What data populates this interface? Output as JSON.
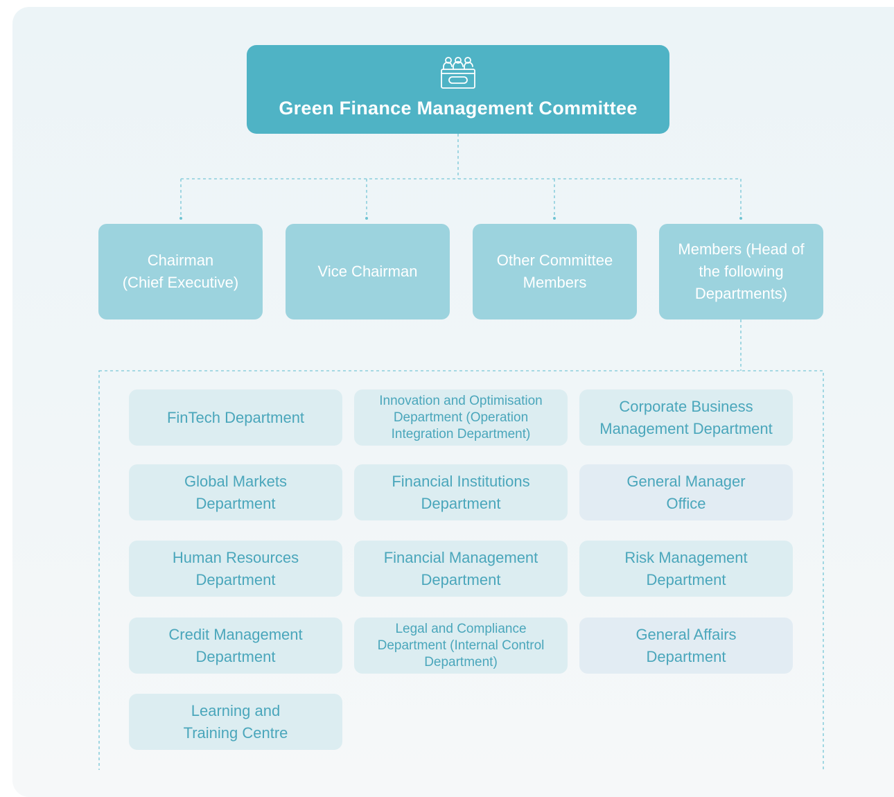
{
  "committee": {
    "title": "Green Finance Management Committee",
    "icon": "committee-meeting-icon"
  },
  "roles": [
    {
      "label": "Chairman\n(Chief Executive)"
    },
    {
      "label": "Vice Chairman"
    },
    {
      "label": "Other Committee\nMembers"
    },
    {
      "label": "Members (Head of\nthe following\nDepartments)"
    }
  ],
  "departments": [
    {
      "label": "FinTech Department"
    },
    {
      "label": "Innovation and Optimisation\nDepartment (Operation\nIntegration Department)"
    },
    {
      "label": "Corporate Business\nManagement Department"
    },
    {
      "label": "Global Markets\nDepartment"
    },
    {
      "label": "Financial Institutions\nDepartment"
    },
    {
      "label": "General Manager\nOffice"
    },
    {
      "label": "Human Resources\nDepartment"
    },
    {
      "label": "Financial Management\nDepartment"
    },
    {
      "label": "Risk Management\nDepartment"
    },
    {
      "label": "Credit Management\nDepartment"
    },
    {
      "label": "Legal and Compliance\nDepartment (Internal Control\nDepartment)"
    },
    {
      "label": "General Affairs\nDepartment"
    },
    {
      "label": "Learning and\nTraining Centre"
    }
  ],
  "colors": {
    "primary": "#4fb3c5",
    "role_box": "#9cd3de",
    "dept_box": "#dcedf1",
    "dept_text": "#4aa6bb",
    "connector": "#8ccfdc"
  }
}
